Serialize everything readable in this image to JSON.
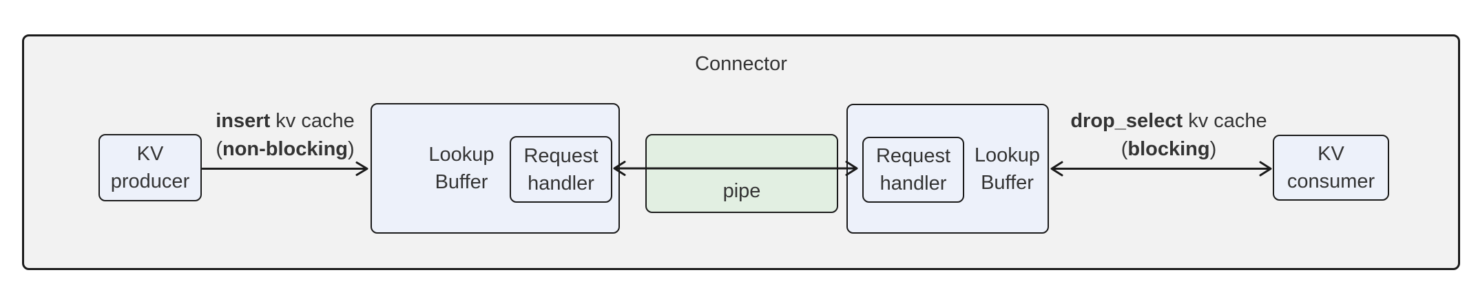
{
  "diagram": {
    "title": "Connector",
    "nodes": {
      "kv_producer": {
        "line1": "KV",
        "line2": "producer"
      },
      "lookup_buffer_left": {
        "line1": "Lookup",
        "line2": "Buffer"
      },
      "request_handler_left": {
        "line1": "Request",
        "line2": "handler"
      },
      "pipe": {
        "label": "pipe"
      },
      "request_handler_right": {
        "line1": "Request",
        "line2": "handler"
      },
      "lookup_buffer_right": {
        "line1": "Lookup",
        "line2": "Buffer"
      },
      "kv_consumer": {
        "line1": "KV",
        "line2": "consumer"
      }
    },
    "edges": {
      "insert": {
        "bold1": "insert",
        "rest1": " kv cache",
        "paren_open": "(",
        "bold2": "non-blocking",
        "paren_close": ")"
      },
      "drop_select": {
        "bold1": "drop_select",
        "rest1": " kv cache",
        "paren_open": "(",
        "bold2": "blocking",
        "paren_close": ")"
      }
    },
    "colors": {
      "node_fill": "#edf1fa",
      "pipe_fill": "#e2efe2",
      "container_fill": "#f2f2f2",
      "border": "#1a1a1a",
      "text": "#333333"
    }
  }
}
